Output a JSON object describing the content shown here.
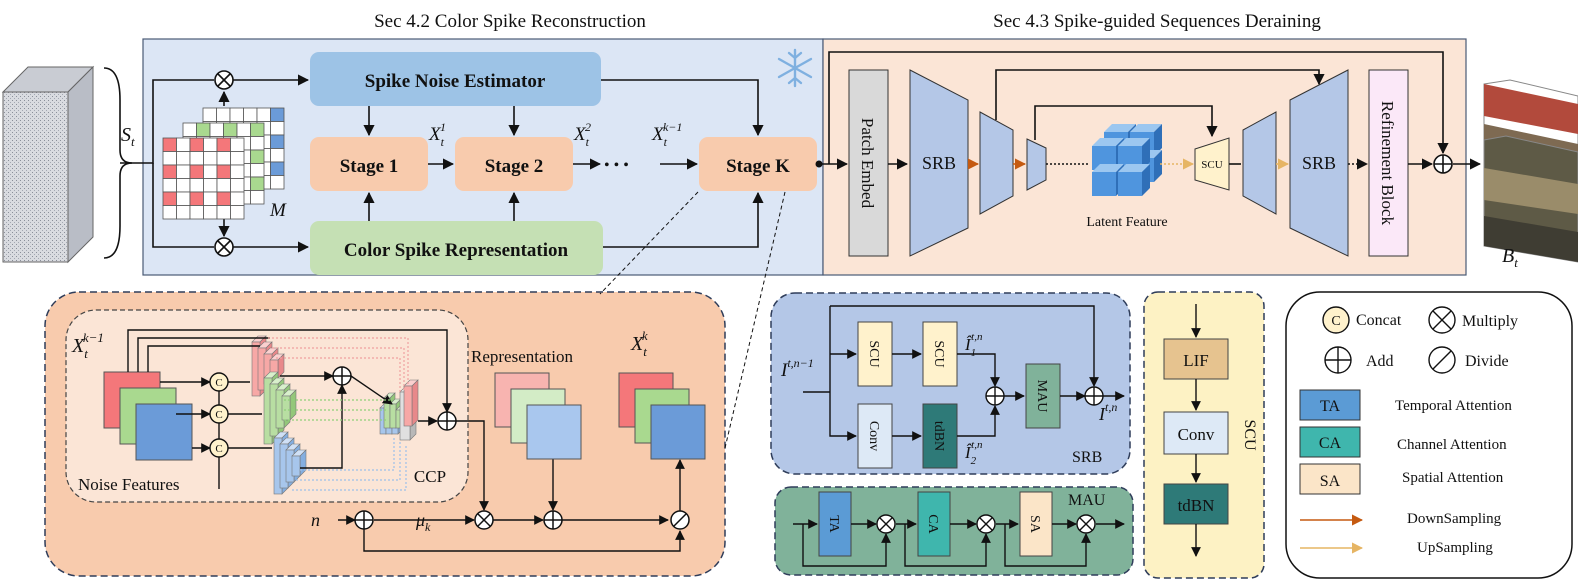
{
  "sections": {
    "reconstruction": "Sec 4.2 Color Spike Reconstruction",
    "deraining": "Sec 4.3 Spike-guided Sequences Deraining"
  },
  "input": {
    "stream_label": "S",
    "stream_sub": "t",
    "mask_label": "M"
  },
  "recon": {
    "noise_estimator": "Spike Noise Estimator",
    "color_rep": "Color Spike Representation",
    "stage1": "Stage 1",
    "stage2": "Stage 2",
    "stageK": "Stage K",
    "x1": "X",
    "x1_sub": "t",
    "x1_sup": "1",
    "x2": "X",
    "x2_sub": "t",
    "x2_sup": "2",
    "xk1": "X",
    "xk1_sub": "t",
    "xk1_sup": "k−1",
    "dots": "•  •  •"
  },
  "derain": {
    "patch_embed": "Patch Embed",
    "srb": "SRB",
    "latent": "Latent Feature",
    "scu": "SCU",
    "refinement": "Refinement Block",
    "output": "B",
    "output_sub": "t"
  },
  "stage_detail": {
    "input": "X",
    "input_sub": "t",
    "input_sup": "k−1",
    "representation": "Representation",
    "output": "X",
    "output_sub": "t",
    "output_sup": "k",
    "noise_features": "Noise Features",
    "ccp": "CCP",
    "n": "n",
    "mu": "μ",
    "mu_sub": "k",
    "concat": "C"
  },
  "srb_detail": {
    "input": "I",
    "input_sup": "t,n−1",
    "scu1": "SCU",
    "scu2": "SCU",
    "conv": "Conv",
    "tdbn": "tdBN",
    "mau": "MAU",
    "i1": "Î",
    "i1_sub": "1",
    "i1_sup": "t,n",
    "i2": "Î",
    "i2_sub": "2",
    "i2_sup": "t,n",
    "output": "I",
    "output_sup": "t,n",
    "label": "SRB"
  },
  "mau_detail": {
    "ta": "TA",
    "ca": "CA",
    "sa": "SA",
    "label": "MAU"
  },
  "scu_detail": {
    "lif": "LIF",
    "conv": "Conv",
    "tdbn": "tdBN",
    "label": "SCU"
  },
  "legend": {
    "concat_sym": "C",
    "concat": "Concat",
    "multiply": "Multiply",
    "add": "Add",
    "divide": "Divide",
    "ta": "TA",
    "ta_desc": "Temporal Attention",
    "ca": "CA",
    "ca_desc": "Channel Attention",
    "sa": "SA",
    "sa_desc": "Spatial Attention",
    "down": "DownSampling",
    "up": "UpSampling"
  },
  "colors": {
    "recon_bg": "#dce6f5",
    "derain_bg": "#fbe5d6",
    "stage": "#f8cbad",
    "estimator": "#9dc3e6",
    "color_rep": "#c5e0b4",
    "srb": "#b4c7e7",
    "down_arrow": "#c55a11",
    "up_arrow": "#e6b564",
    "ta": "#5b9bd5",
    "ca": "#3fb6ad",
    "sa": "#fbe5c8",
    "tdbn": "#2e7a78",
    "lif": "#e6c38f",
    "scu_cell": "#fff2cc",
    "mau": "#80b29a"
  }
}
